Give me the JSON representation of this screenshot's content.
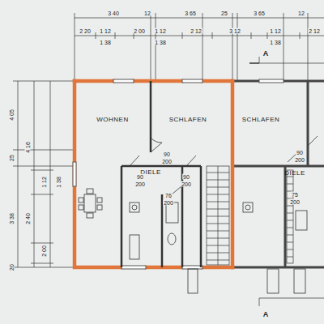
{
  "diagram": {
    "labels": [
      "3 40",
      "12",
      "3 65",
      "25",
      "3 65",
      "12",
      "2 20",
      "1 12",
      "1 38",
      "2 00",
      "1 12",
      "1 38",
      "2 12",
      "3 12",
      "1 12",
      "1 38",
      "2 12",
      "A",
      "A",
      "WOHNEN",
      "SCHLAFEN",
      "SCHLAFEN",
      "DIELE",
      "DIELE",
      "90",
      "200",
      "90",
      "200",
      "90",
      "200",
      "76",
      "200",
      "90",
      "200",
      "75",
      "200",
      "4 05",
      "25",
      "4 16",
      "1 12",
      "1 38",
      "2 40",
      "3 38",
      "2 00",
      "20"
    ]
  }
}
